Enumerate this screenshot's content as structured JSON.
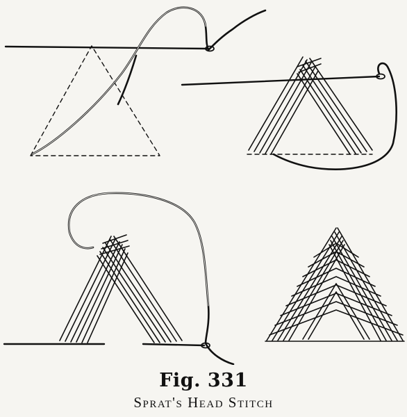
{
  "caption": {
    "figure_label": "Fig. 331",
    "title": "Sprat's Head Stitch"
  },
  "illustration": {
    "panels": [
      {
        "name": "panel-step-1",
        "step": 1
      },
      {
        "name": "panel-step-2",
        "step": 2
      },
      {
        "name": "panel-step-3",
        "step": 3
      },
      {
        "name": "panel-finished",
        "step": 4
      }
    ]
  }
}
